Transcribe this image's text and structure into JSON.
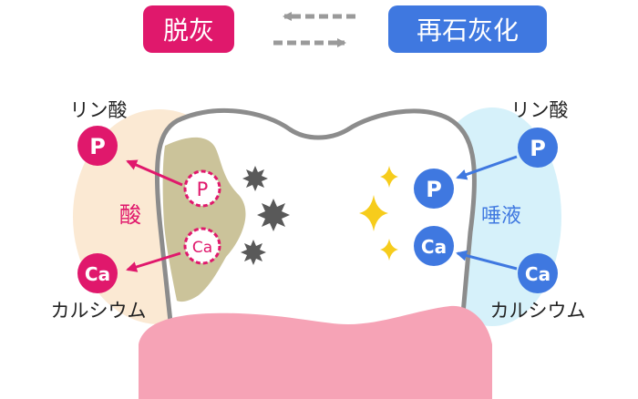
{
  "header": {
    "demineralization": "脱灰",
    "remineralization": "再石灰化"
  },
  "left": {
    "phosphate_label": "リン酸",
    "calcium_label": "カルシウム",
    "acid_label": "酸",
    "ion_p": "P",
    "ion_ca": "Ca"
  },
  "right": {
    "phosphate_label": "リン酸",
    "calcium_label": "カルシウム",
    "saliva_label": "唾液",
    "ion_p": "P",
    "ion_ca": "Ca"
  },
  "colors": {
    "magenta": "#e0186c",
    "blue": "#3f78e0",
    "acid_zone": "#fbe9d3",
    "saliva_zone": "#d6f1fa",
    "plaque": "#cbc39a",
    "gum": "#f6a3b6",
    "tooth_outline": "#8c8c8c",
    "sparkle": "#f6cc1c",
    "debris": "#595959"
  }
}
